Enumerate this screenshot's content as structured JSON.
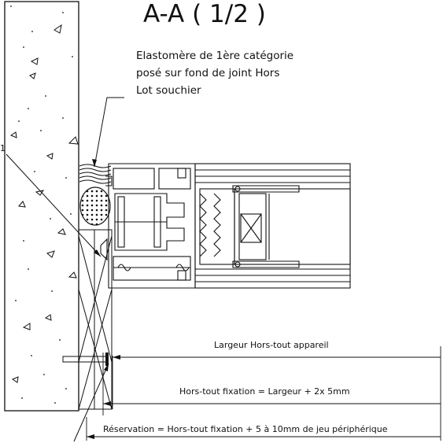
{
  "title": "A-A ( 1/2 )",
  "note": {
    "lines": [
      "Elastomère de 1ère catégorie",
      "posé sur fond de joint Hors",
      "Lot souchier"
    ]
  },
  "dimensions": {
    "largeur": "Largeur Hors-tout appareil",
    "fixation": "Hors-tout fixation = Largeur + 2x 5mm",
    "reservation": "Réservation = Hors-tout fixation + 5 à 10mm de jeu périphérique"
  },
  "edge_label": "1"
}
